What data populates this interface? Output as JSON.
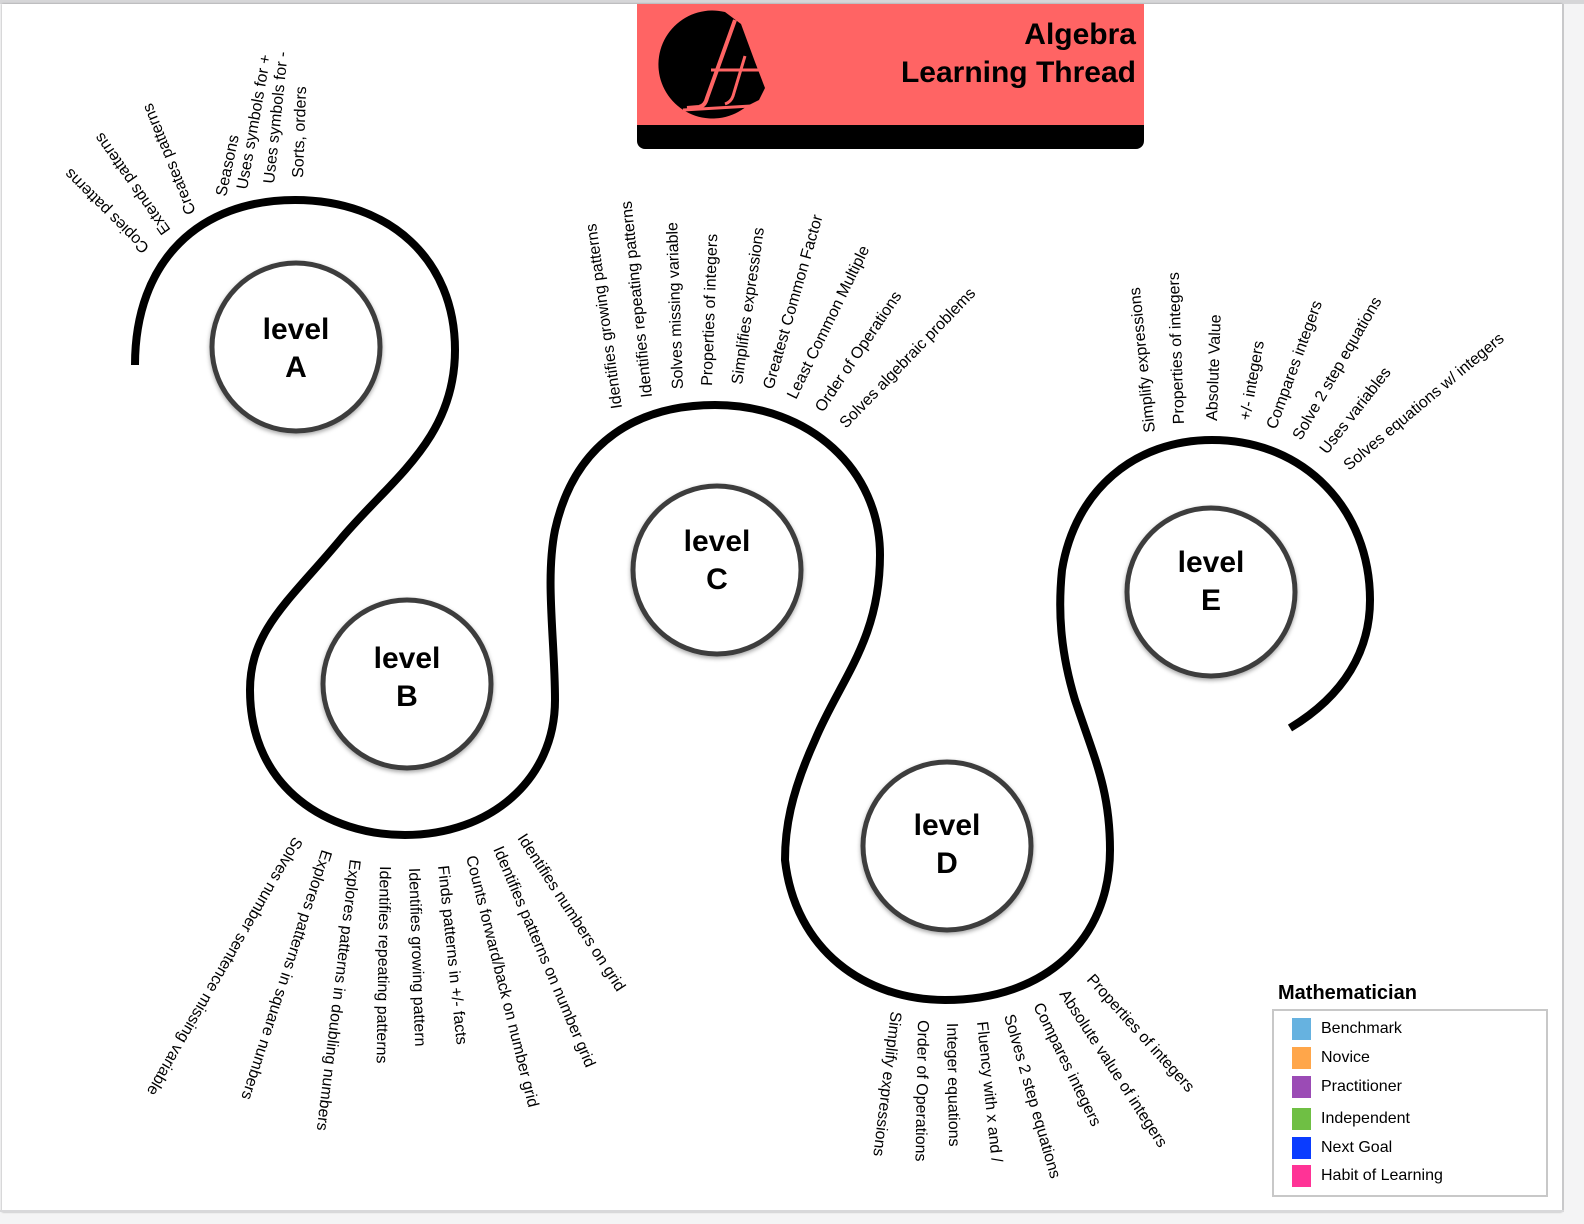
{
  "header": {
    "title_line1": "Algebra",
    "title_line2": "Learning Thread",
    "logo": "algebra-a-logo",
    "background_color": "#ff6464"
  },
  "levels": [
    {
      "id": "A",
      "word": "level",
      "letter": "A",
      "skills": [
        "Copies patterns",
        "Extends patterns",
        "Creates patterns",
        "Seasons",
        "Uses symbols for +",
        "Uses symbols for -",
        "Sorts, orders"
      ]
    },
    {
      "id": "B",
      "word": "level",
      "letter": "B",
      "skills": [
        "Solves number sentence missing variable",
        "Explores patterns in square numbers",
        "Explores patterns in doubling numbers",
        "Identifies repeating patterns",
        "Identifies growing pattern",
        "Finds patterns in +/- facts",
        "Counts forward/back on number grid",
        "Identifies patterns on number grid",
        "Identifies numbers on grid"
      ]
    },
    {
      "id": "C",
      "word": "level",
      "letter": "C",
      "skills": [
        "Identifies growing patterns",
        "Identifies repeating patterns",
        "Solves missing variable",
        "Properties of integers",
        "Simplifies expressions",
        "Greatest Common Factor",
        "Least Common Multiple",
        "Order of Operations",
        "Solves algebraic problems"
      ]
    },
    {
      "id": "D",
      "word": "level",
      "letter": "D",
      "skills": [
        "Simplify expressions",
        "Order of Operations",
        "Integer equations",
        "Fluency with x and /",
        "Solves 2 step equations",
        "Compares integers",
        "Absolute value of integers",
        "Properties of integers"
      ]
    },
    {
      "id": "E",
      "word": "level",
      "letter": "E",
      "skills": [
        "Simplify expressions",
        "Properties of integers",
        "Absolute Value",
        "+/- integers",
        "Compares integers",
        "Solve 2 step equations",
        "Uses variables",
        "Solves equations w/ integers"
      ]
    }
  ],
  "legend": {
    "title": "Mathematician",
    "items": [
      {
        "label": "Benchmark",
        "color": "#66b2e0"
      },
      {
        "label": "Novice",
        "color": "#ffa64a"
      },
      {
        "label": "Practitioner",
        "color": "#9b4bb5"
      },
      {
        "label": "Independent",
        "color": "#6fbf44"
      },
      {
        "label": "Next Goal",
        "color": "#0a3cff"
      },
      {
        "label": "Habit of Learning",
        "color": "#ff3396"
      }
    ]
  }
}
